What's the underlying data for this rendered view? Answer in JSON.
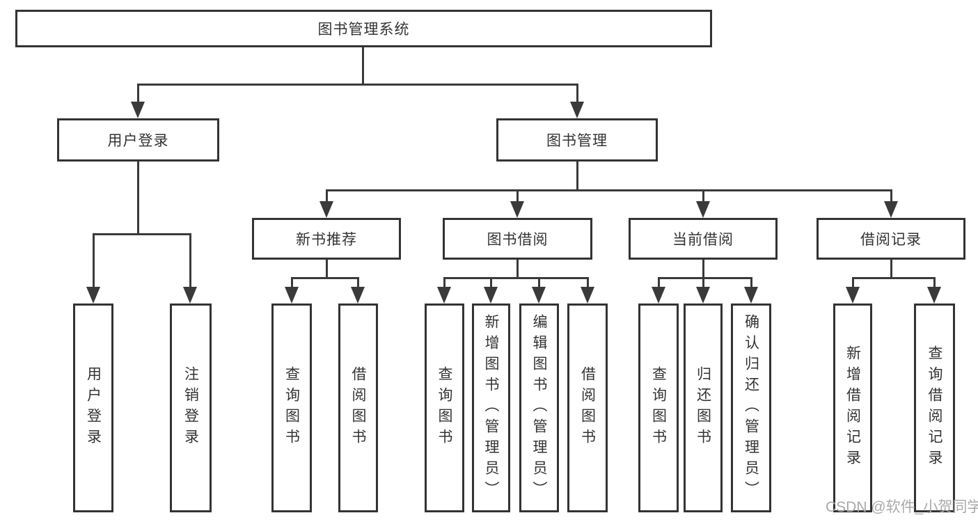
{
  "diagram_title": "图书管理系统",
  "colors": {
    "line": "#3a3a3a",
    "box_border": "#333333",
    "text": "#333333",
    "background": "#ffffff",
    "watermark": "#a9a9a9"
  },
  "nodes": {
    "root": "图书管理系统",
    "user_login": "用户登录",
    "book_mgmt": "图书管理",
    "new_book_rec": "新书推荐",
    "book_borrow": "图书借阅",
    "current_borrow": "当前借阅",
    "borrow_records": "借阅记录",
    "ul_user_login": "用户登录",
    "ul_logout": "注销登录",
    "nbr_query": "查询图书",
    "nbr_borrow": "借阅图书",
    "bb_query": "查询图书",
    "bb_add": "新增图书（管理员）",
    "bb_edit": "编辑图书（管理员）",
    "bb_borrow": "借阅图书",
    "cb_query": "查询图书",
    "cb_return": "归还图书",
    "cb_confirm": "确认归还（管理员）",
    "br_add": "新增借阅记录",
    "br_query": "查询借阅记录"
  },
  "hierarchy": {
    "图书管理系统": {
      "用户登录": [
        "用户登录",
        "注销登录"
      ],
      "图书管理": {
        "新书推荐": [
          "查询图书",
          "借阅图书"
        ],
        "图书借阅": [
          "查询图书",
          "新增图书（管理员）",
          "编辑图书（管理员）",
          "借阅图书"
        ],
        "当前借阅": [
          "查询图书",
          "归还图书",
          "确认归还（管理员）"
        ],
        "借阅记录": [
          "新增借阅记录",
          "查询借阅记录"
        ]
      }
    }
  },
  "watermark": "CSDN @软件_小贺同学"
}
